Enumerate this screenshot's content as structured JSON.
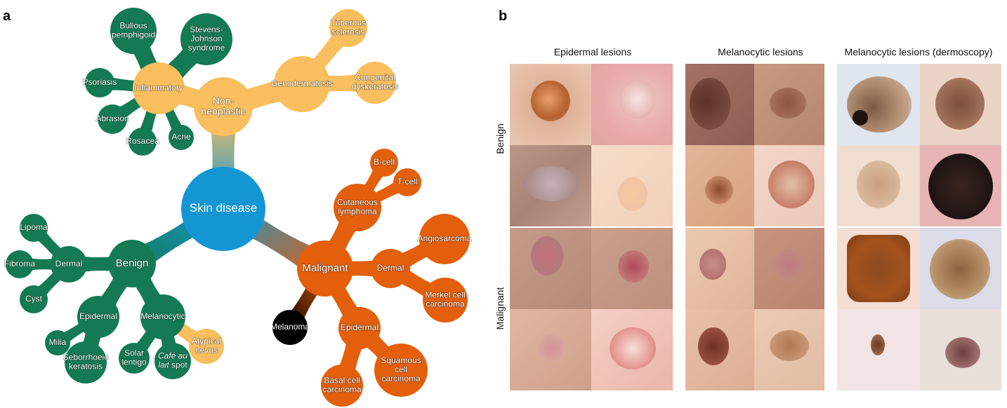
{
  "panels": {
    "a": "a",
    "b": "b"
  },
  "colors": {
    "root": "#1596d4",
    "non_neoplastic": "#f9bf5e",
    "benign": "#137a53",
    "malignant": "#e35f0c",
    "melanoma": "#000000"
  },
  "tree": {
    "root": "Skin disease",
    "non_neoplastic": {
      "label": "Non-\nneoplastic",
      "inflammatory": {
        "label": "Inflammatory",
        "children": [
          "Bullous\npemphigoid",
          "Stevens-\nJohnson\nsyndrome",
          "Psoriasis",
          "Abrasion",
          "Rosacea",
          "Acne"
        ]
      },
      "genodermatosis": {
        "label": "Genodermatosis",
        "children": [
          "Tuberous\nsclerosis",
          "Congenital\ndyskeratosis"
        ]
      }
    },
    "benign": {
      "label": "Benign",
      "dermal": {
        "label": "Dermal",
        "children": [
          "Lipoma",
          "Fibroma",
          "Cyst"
        ]
      },
      "epidermal": {
        "label": "Epidermal",
        "children": [
          "Milia",
          "Seborrhoeic\nkeratosis"
        ]
      },
      "melanocytic": {
        "label": "Melanocytic",
        "children": [
          "Solar\nlentigo",
          "Café au\nlait spot",
          "Atypical\nnevus"
        ]
      }
    },
    "malignant": {
      "label": "Malignant",
      "cutaneous_lymphoma": {
        "label": "Cutaneous\nlymphoma",
        "children": [
          "B-cell",
          "T-cell"
        ]
      },
      "dermal": {
        "label": "Dermal",
        "children": [
          "Angiosarcoma",
          "Merkel cell\ncarcinoma"
        ]
      },
      "epidermal": {
        "label": "Epidermal",
        "children": [
          "Basal cell\ncarcinoma",
          "Squamous\ncell\ncarcinoma"
        ]
      },
      "melanoma": "Melanoma"
    }
  },
  "grid": {
    "columns": [
      "Epidermal lesions",
      "Melanocytic lesions",
      "Melanocytic lesions (dermoscopy)"
    ],
    "rows": [
      "Benign",
      "Malignant"
    ]
  }
}
